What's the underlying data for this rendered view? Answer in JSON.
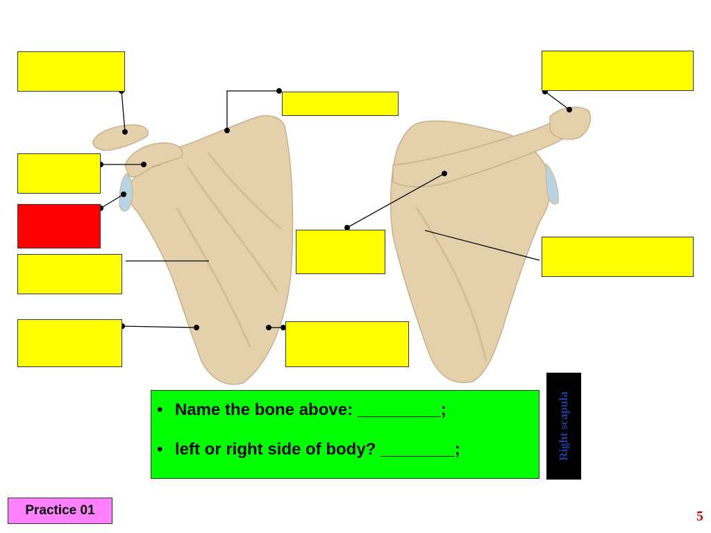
{
  "colors": {
    "label_fill": "#ffff00",
    "highlight_fill": "#ff0000",
    "question_fill": "#00ff00",
    "practice_fill": "#ff80ff",
    "answer_bg": "#000000",
    "answer_text": "#1f3c9e",
    "page_number": "#cc0000",
    "bone": "#e4d0aa",
    "bone_shadow": "#c9b08a",
    "cartilage": "#b8d4e4"
  },
  "questions": {
    "bullet": "•",
    "q1": "Name the bone above: _________;",
    "q2": "left or right side of body? ________;"
  },
  "answer": "Right scapula",
  "practice_label": "Practice 01",
  "page_number": "5",
  "blank_labels": [
    {
      "id": "label-1",
      "fill": "yellow"
    },
    {
      "id": "label-2",
      "fill": "yellow"
    },
    {
      "id": "label-3",
      "fill": "yellow"
    },
    {
      "id": "label-4",
      "fill": "red"
    },
    {
      "id": "label-5",
      "fill": "yellow"
    },
    {
      "id": "label-6",
      "fill": "yellow"
    },
    {
      "id": "label-7",
      "fill": "yellow"
    },
    {
      "id": "label-8",
      "fill": "yellow"
    },
    {
      "id": "label-9",
      "fill": "yellow"
    },
    {
      "id": "label-10",
      "fill": "yellow"
    },
    {
      "id": "label-11",
      "fill": "yellow"
    }
  ]
}
